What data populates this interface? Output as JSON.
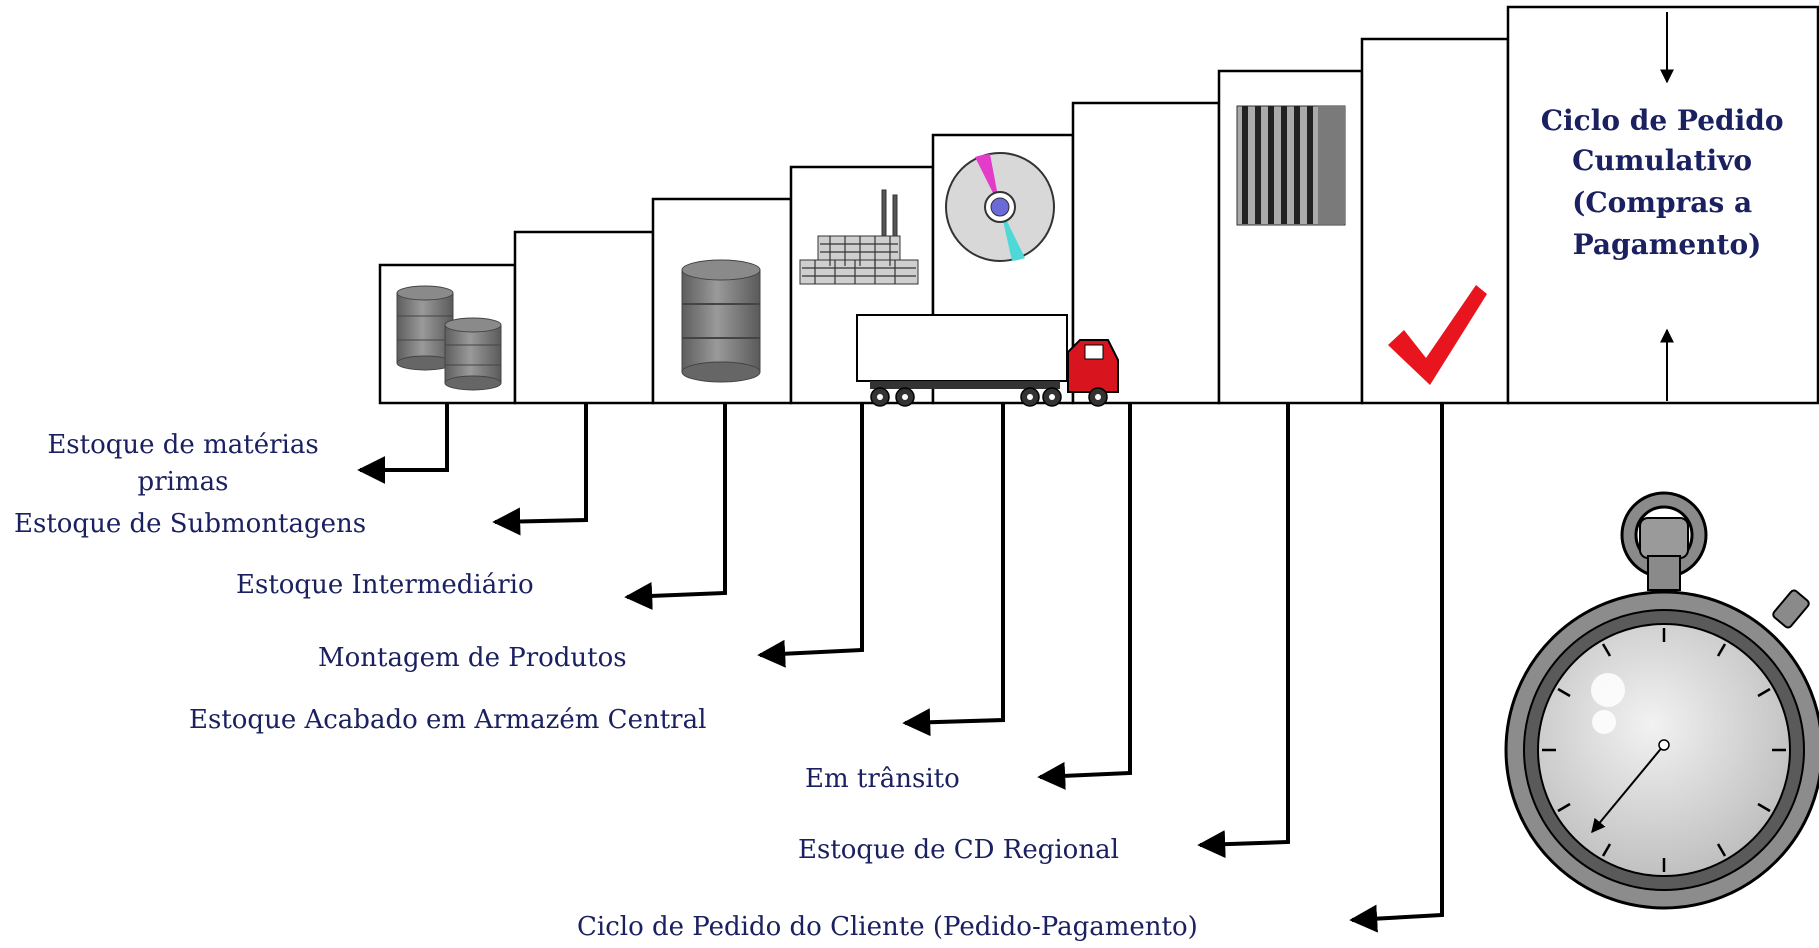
{
  "colors": {
    "label_text": "#1a2060",
    "title_text": "#1a2060",
    "box_stroke": "#000000",
    "check": "#e8141e",
    "truck_cab": "#d8141e",
    "drum": "#7a7a7a"
  },
  "title_lines": [
    "Ciclo de Pedido",
    "Cumulativo",
    "(Compras a",
    "Pagamento)"
  ],
  "labels": {
    "raw_materials_1": "Estoque de matérias",
    "raw_materials_2": "primas",
    "subassemblies": "Estoque de Submontagens",
    "intermediate": "Estoque Intermediário",
    "assembly": "Montagem de Produtos",
    "central_warehouse": "Estoque Acabado em Armazém Central",
    "in_transit": "Em trânsito",
    "regional_dc": "Estoque de CD Regional",
    "customer_cycle": "Ciclo de Pedido do Cliente (Pedido-Pagamento)"
  },
  "icons": [
    "drum-stack-icon",
    "drum-icon",
    "factory-icon",
    "cd-disc-icon",
    "truck-icon",
    "building-icon",
    "checkmark-icon",
    "stopwatch-icon"
  ]
}
